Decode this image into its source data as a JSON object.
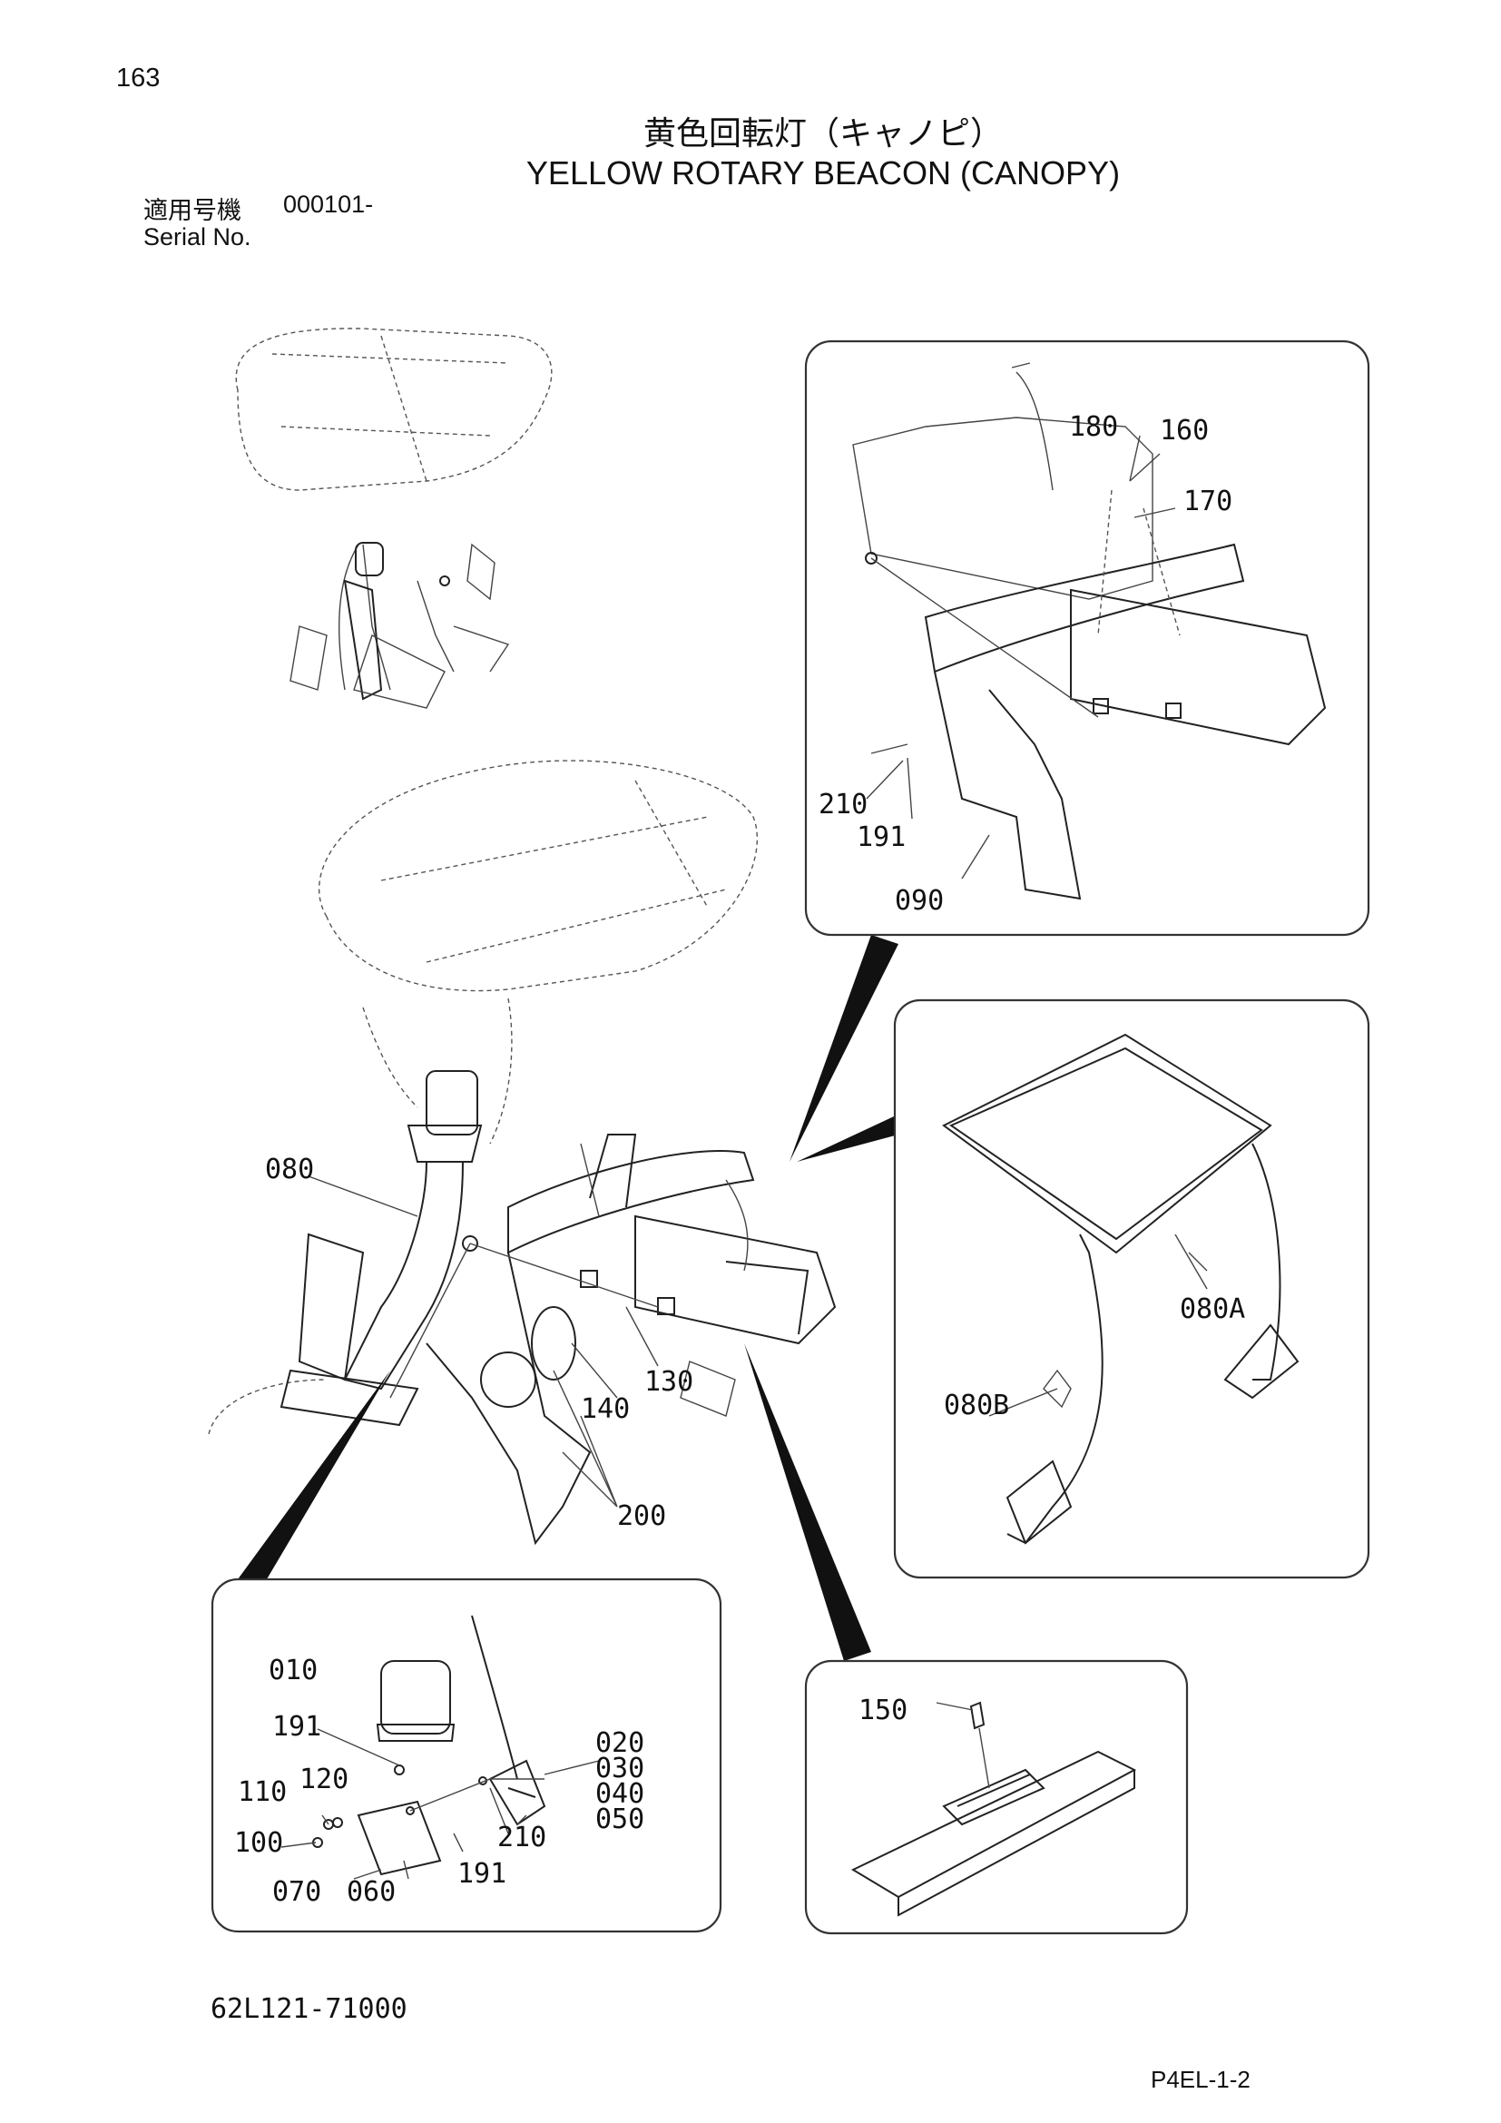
{
  "header": {
    "page_number": "163",
    "title_jp": "黄色回転灯（キャノピ）",
    "title_en": "YELLOW ROTARY BEACON (CANOPY)",
    "serial_label_jp": "適用号機",
    "serial_range": "000101-",
    "serial_label_en": "Serial No."
  },
  "callouts": {
    "main": [
      "080",
      "130",
      "140",
      "200"
    ],
    "detail_top_right": [
      "180",
      "160",
      "170",
      "210",
      "191",
      "090"
    ],
    "detail_canopy": [
      "080A",
      "080B"
    ],
    "detail_beacon": [
      "010",
      "191",
      "110",
      "120",
      "100",
      "070",
      "060",
      "020",
      "030",
      "040",
      "050",
      "210",
      "191"
    ],
    "detail_fuse": [
      "150"
    ]
  },
  "footer": {
    "part_number": "62L121-71000",
    "page_code": "P4EL-1-2"
  }
}
